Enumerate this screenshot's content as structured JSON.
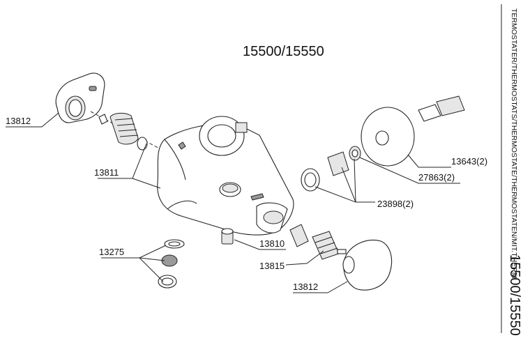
{
  "title": "15500/15550",
  "side_title": "15500/15550",
  "side_subtitle": "TERMOSTATER/THERMOSTATS/THERMOSTATE/THERMOSTATEN/MIT.THERM.",
  "parts": {
    "handle_top": "13812",
    "cartridge": "13811",
    "aerator": "13275",
    "wall_plate": "13643(2)",
    "washer": "27863(2)",
    "connector": "23898(2)",
    "plug": "13810",
    "valve": "13815",
    "handle_bottom": "13812"
  }
}
